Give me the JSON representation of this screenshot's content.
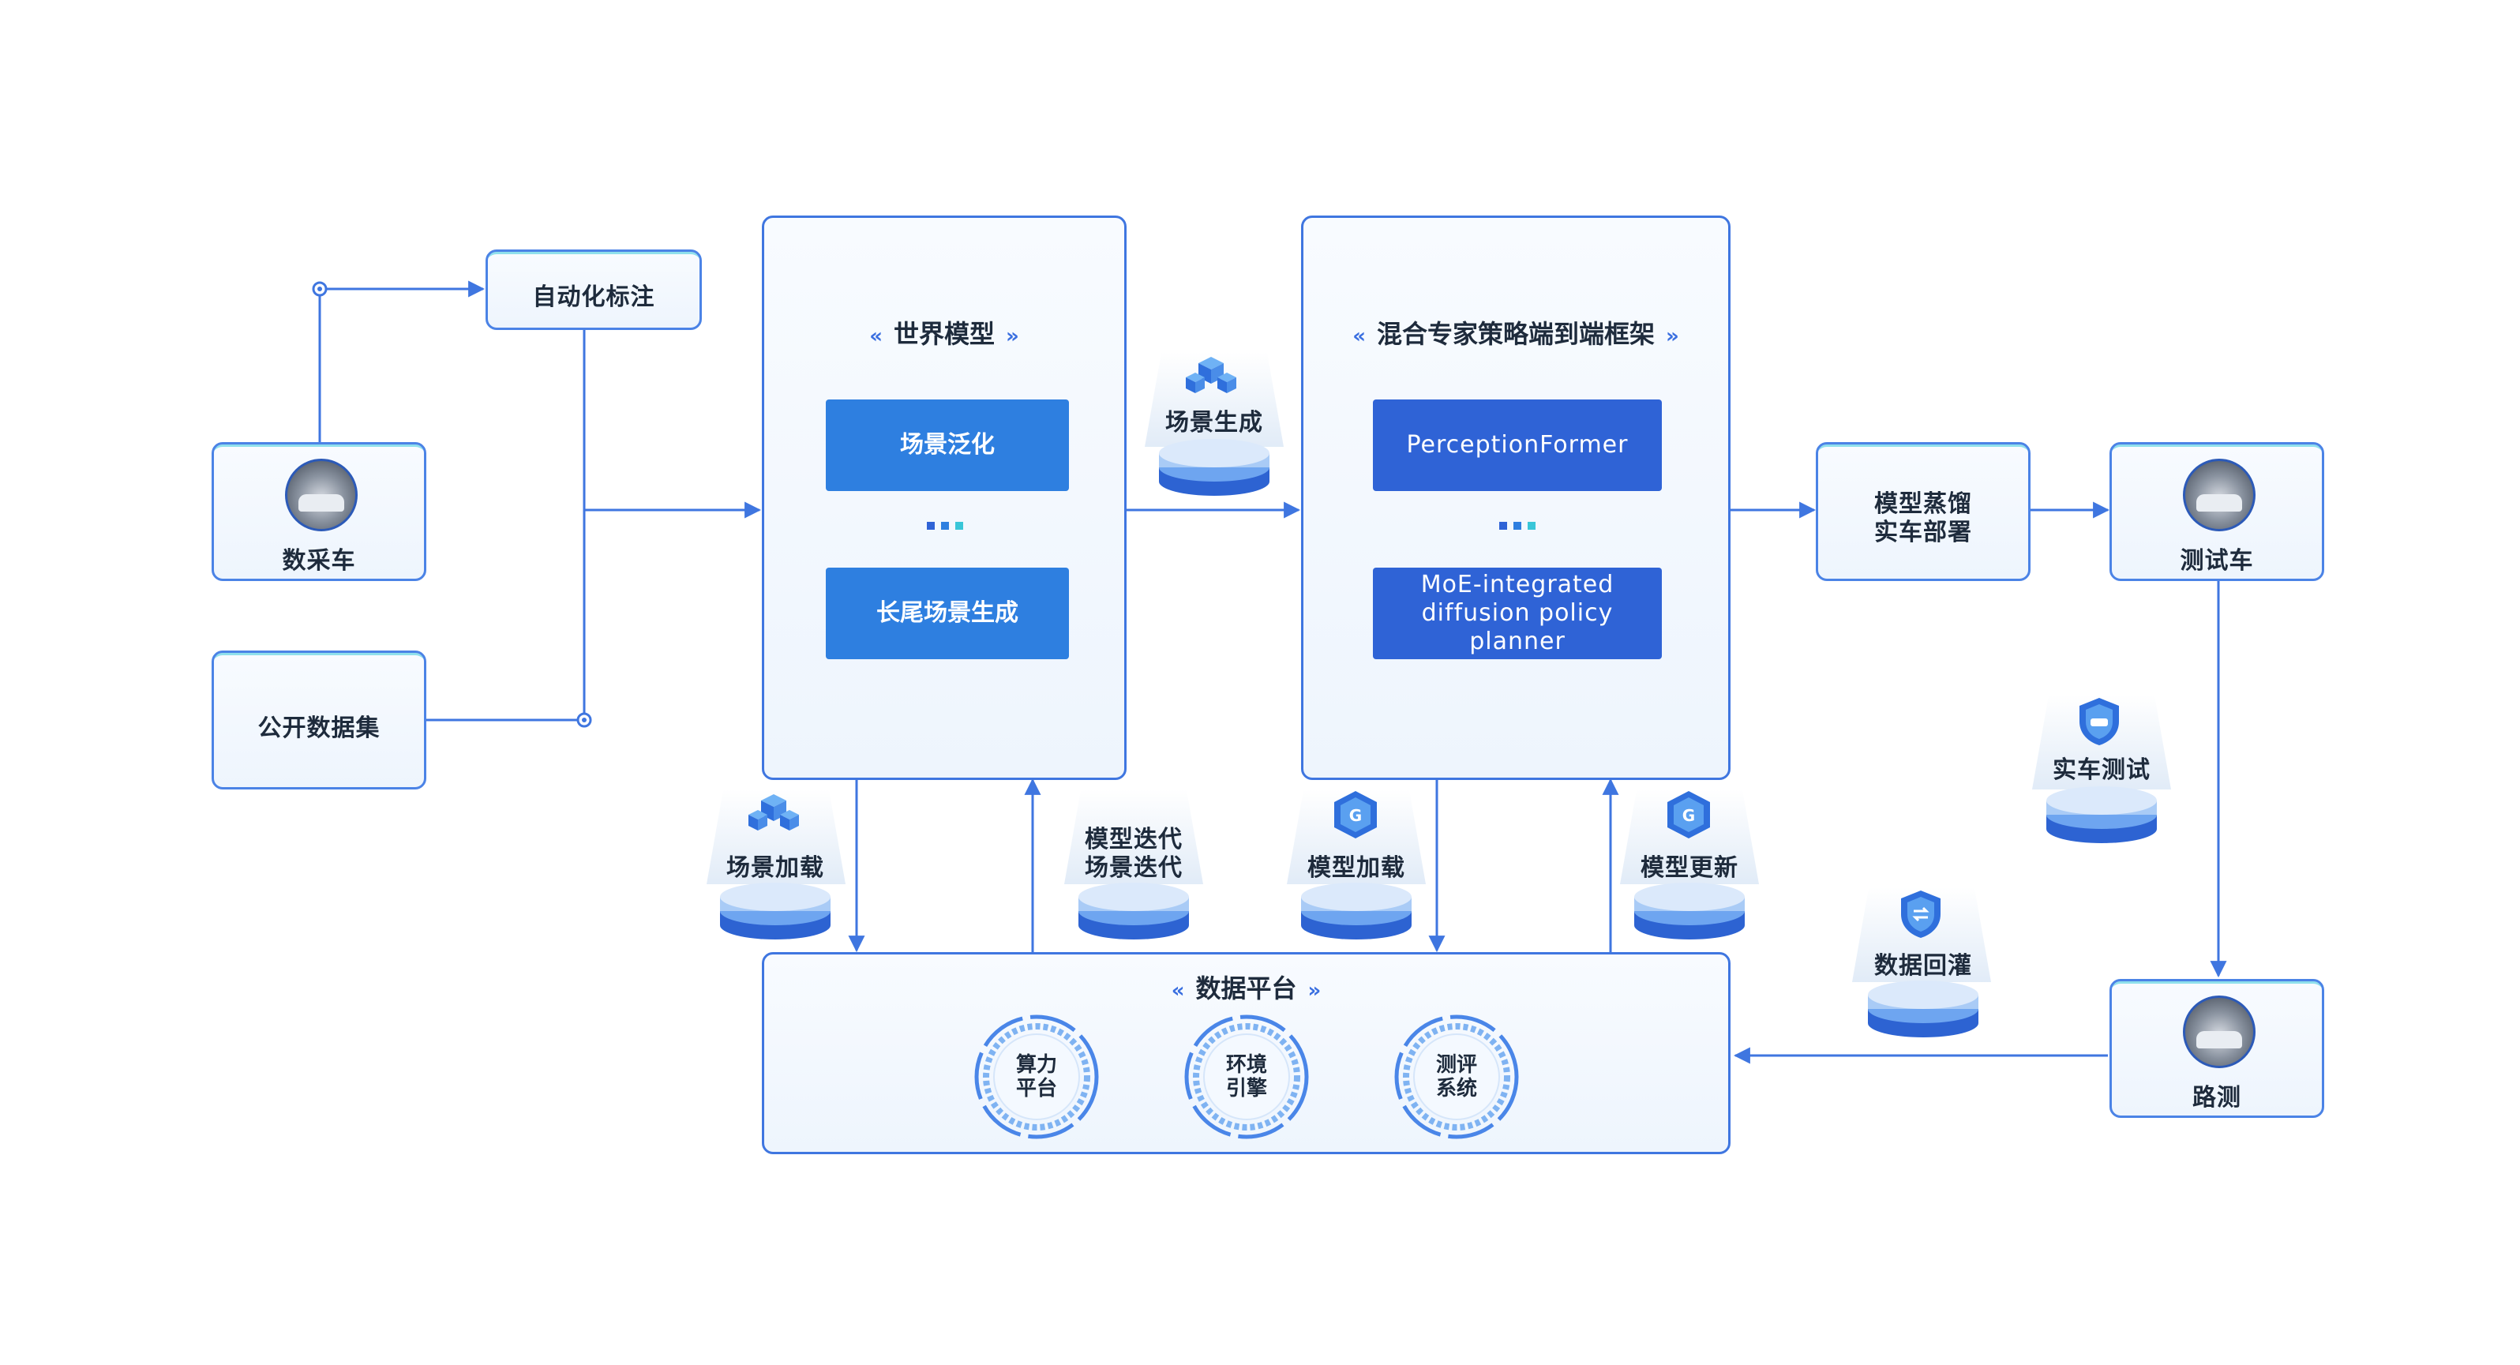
{
  "nodes": {
    "data_car": "数采车",
    "auto_label": "自动化标注",
    "public_dataset": "公开数据集",
    "distill_deploy": [
      "模型蒸馏",
      "实车部署"
    ],
    "test_car": "测试车",
    "road_test": "路测"
  },
  "world_model": {
    "title": "世界模型",
    "items": [
      "场景泛化",
      "长尾场景生成"
    ]
  },
  "moe_framework": {
    "title": "混合专家策略端到端框架",
    "items": [
      "PerceptionFormer",
      "MoE-integrated diffusion policy planner"
    ]
  },
  "data_platform": {
    "title": "数据平台",
    "modules": [
      [
        "算力",
        "平台"
      ],
      [
        "环境",
        "引擎"
      ],
      [
        "测评",
        "系统"
      ]
    ]
  },
  "stores": {
    "scene_generation": "场景生成",
    "scene_loading": "场景加载",
    "model_iteration": [
      "模型迭代",
      "场景迭代"
    ],
    "model_loading": "模型加载",
    "model_update": "模型更新",
    "real_car_test": "实车测试",
    "data_reflow": "数据回灌"
  },
  "colors": {
    "line": "#3f76e0",
    "accent": "#2e7fe0",
    "accent_dark": "#2f63d6",
    "cyan": "#39c6d8"
  },
  "icons": {
    "cube": "cubes-icon",
    "shield": "shield-icon",
    "disk": "database-disk-icon"
  }
}
